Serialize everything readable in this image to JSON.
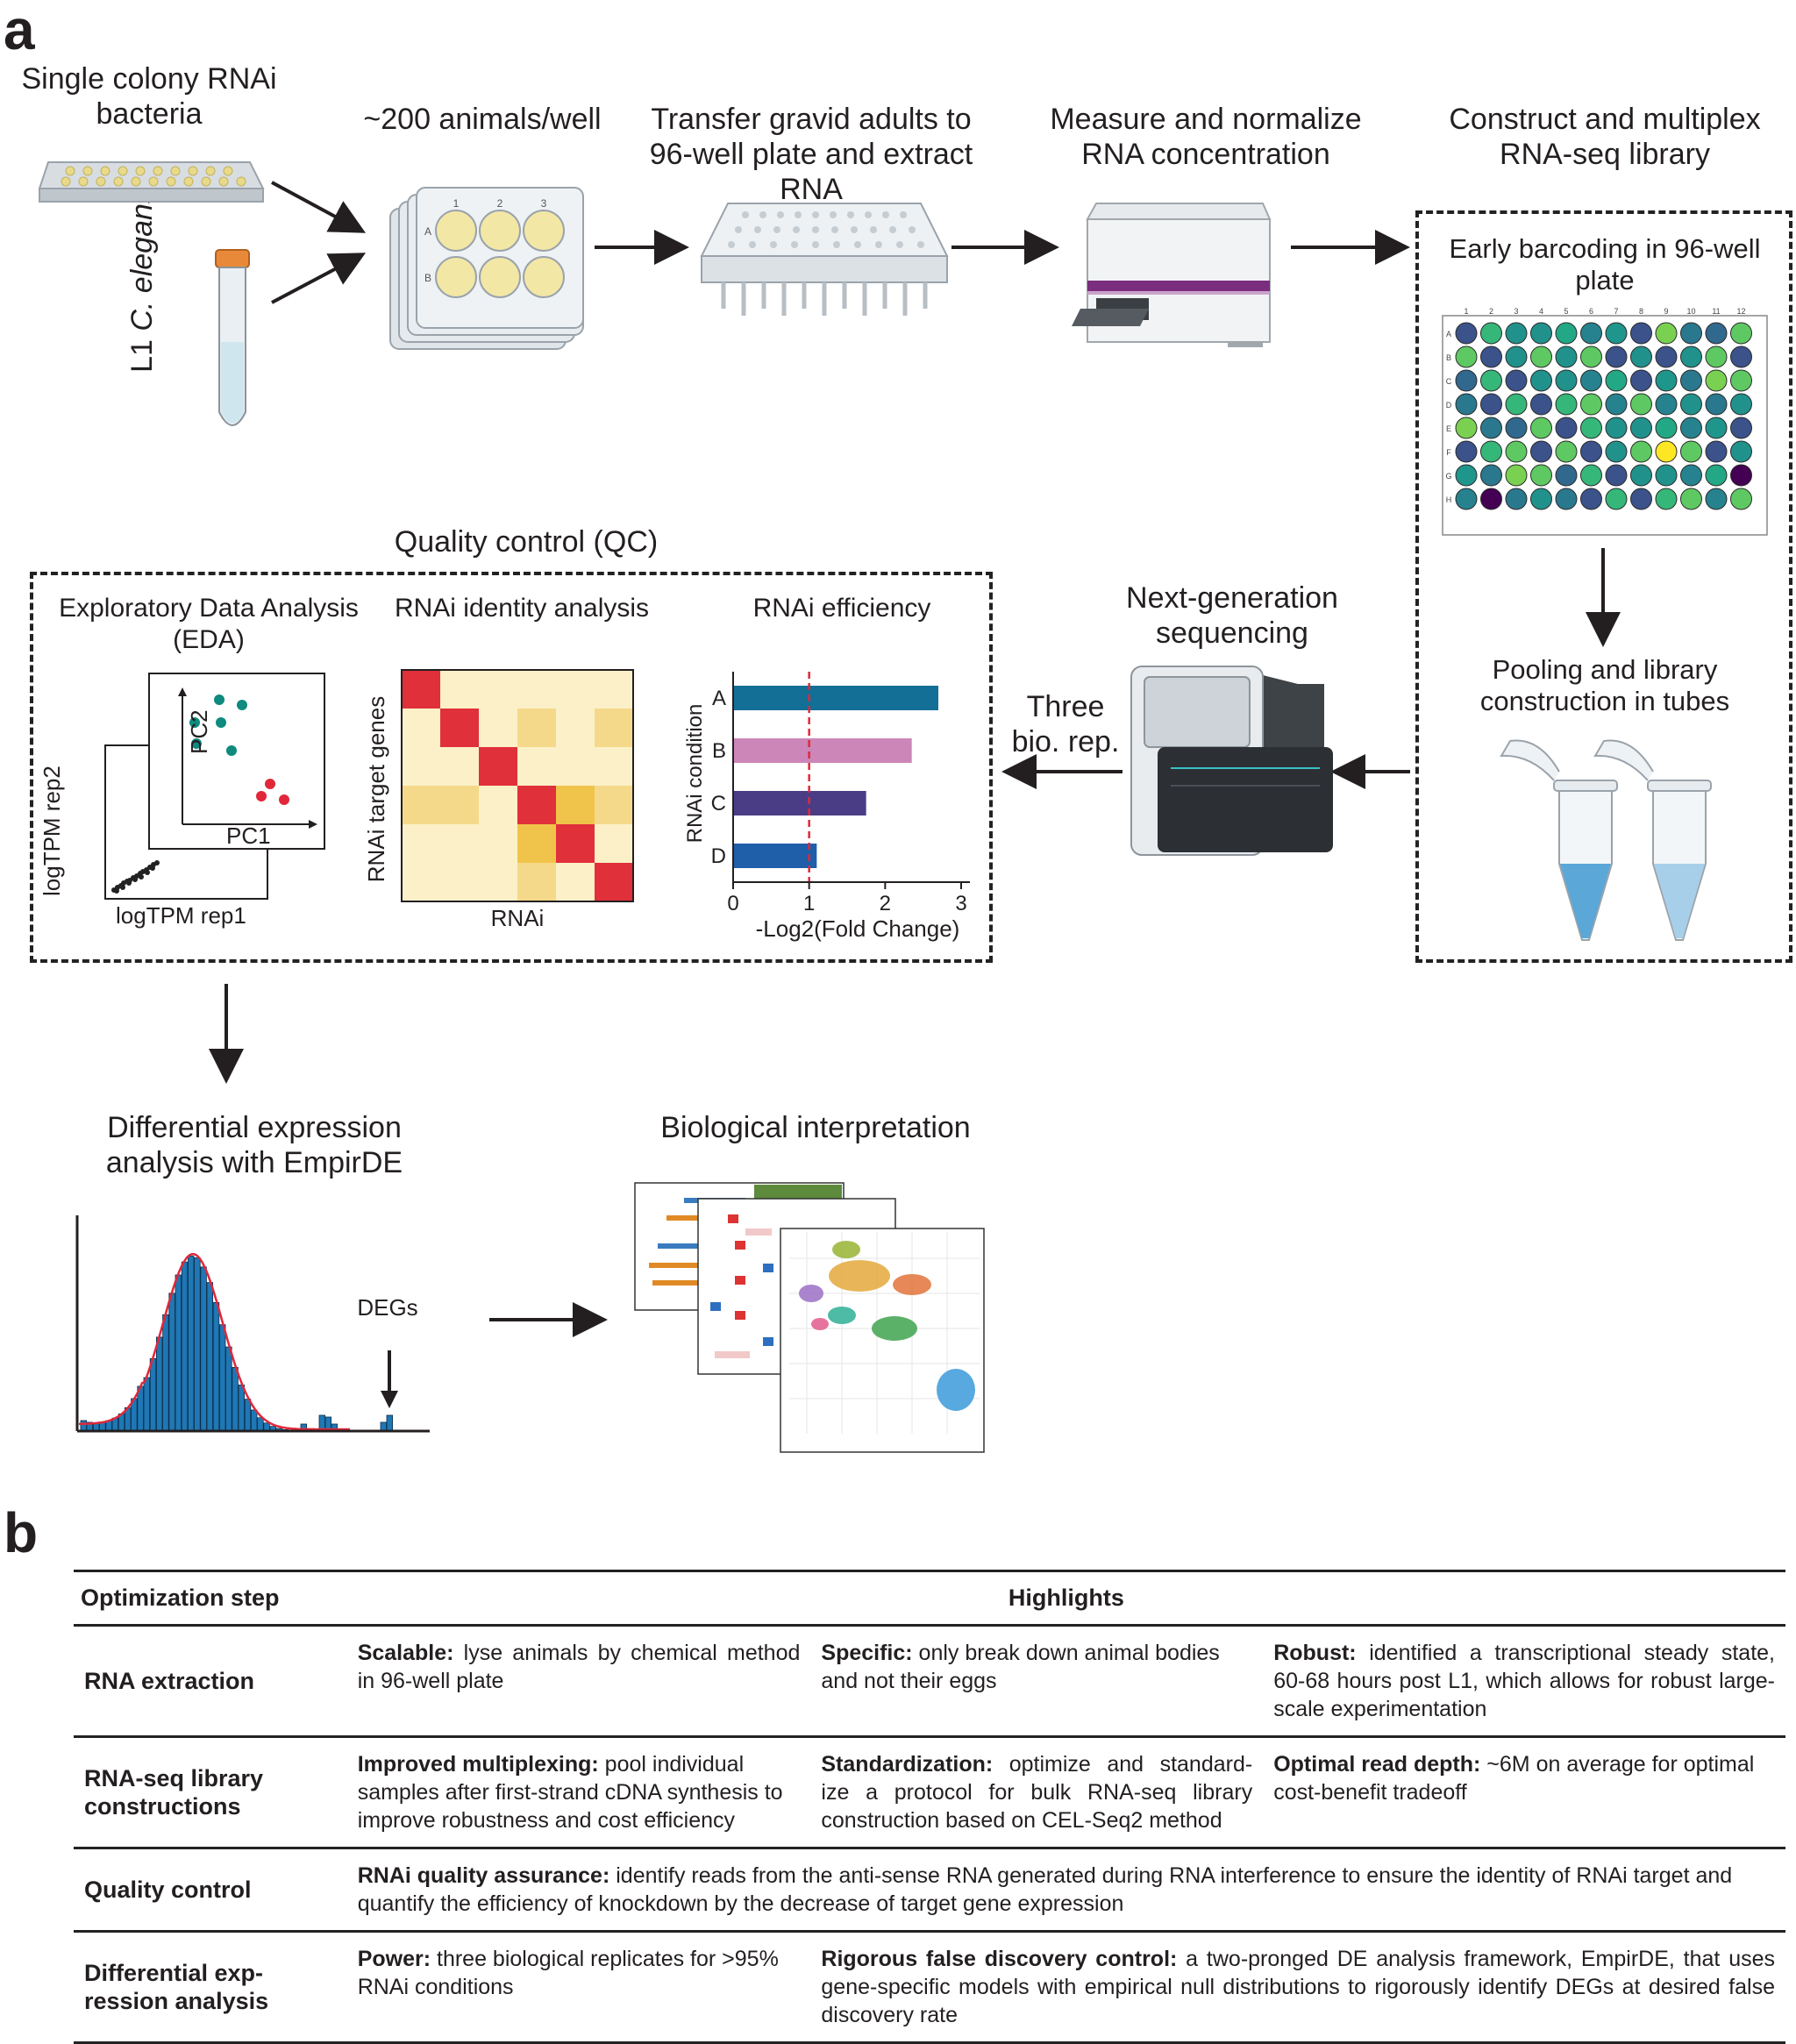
{
  "panel_a": {
    "letter": "a",
    "step1_bacteria": "Single colony RNAi bacteria",
    "step1_worms_prefix": "L1 ",
    "step1_worms_italic": "C. elegans",
    "step2": "~200 animals/well",
    "step3": "Transfer gravid adults to 96-well plate and extract RNA",
    "step4": "Measure and normalize RNA concentration",
    "step5": "Construct and multiplex RNA-seq library",
    "early_barcoding": "Early barcoding in 96-well plate",
    "pooling": "Pooling and library construction in tubes",
    "ngs": "Next-generation sequencing",
    "three_rep": "Three bio. rep.",
    "qc_title": "Quality control (QC)",
    "eda_title": "Exploratory Data Analysis (EDA)",
    "eda_pc1": "PC1",
    "eda_pc2": "PC2",
    "eda_x": "logTPM rep1",
    "eda_y": "logTPM rep2",
    "identity_title": "RNAi identity analysis",
    "identity_x": "RNAi",
    "identity_y": "RNAi target genes",
    "eff_title": "RNAi efficiency",
    "de_title": "Differential expression analysis with EmpirDE",
    "degs": "DEGs",
    "bio_title": "Biological interpretation",
    "plate6_cols": [
      "1",
      "2",
      "3"
    ],
    "plate6_rows": [
      "A",
      "B"
    ],
    "plate96_cols": [
      "1",
      "2",
      "3",
      "4",
      "5",
      "6",
      "7",
      "8",
      "9",
      "10",
      "11",
      "12"
    ],
    "plate96_rows": [
      "A",
      "B",
      "C",
      "D",
      "E",
      "F",
      "G",
      "H"
    ],
    "colors": {
      "teal_dot": "#0e8a7e",
      "red_dot": "#e0283a",
      "arrow": "#231f20",
      "hist_bar": "#1f77b4",
      "hist_curve": "#e0283a",
      "purple_band": "#7b2d7e"
    }
  },
  "chart_data": {
    "type": "bar",
    "title": "RNAi efficiency",
    "categories": [
      "A",
      "B",
      "C",
      "D"
    ],
    "values": [
      2.7,
      2.35,
      1.75,
      1.1
    ],
    "colors": [
      "#136f96",
      "#cc86b8",
      "#4a3d86",
      "#1f5ea8"
    ],
    "xlabel": "-Log2(Fold Change)",
    "ylabel": "RNAi condition",
    "xlim": [
      0,
      3
    ],
    "xticks": [
      "0",
      "1",
      "2",
      "3"
    ],
    "reference_line": 1,
    "orientation": "horizontal"
  },
  "panel_b": {
    "letter": "b",
    "header_step": "Optimization step",
    "header_highlights": "Highlights",
    "rows": [
      {
        "step": "RNA extraction",
        "cells": [
          {
            "bold": "Scalable:",
            "text": " lyse animals by chemical method in 96-well plate"
          },
          {
            "bold": "Specific:",
            "text": " only break down animal bodies and not their eggs"
          },
          {
            "bold": "Robust:",
            "text": " identified a transcriptional steady state, 60-68 hours post L1, which allows for robust large-scale experimentation"
          }
        ]
      },
      {
        "step": "RNA-seq library constructions",
        "cells": [
          {
            "bold": "Improved multiplexing:",
            "text": " pool individual samples after first-strand cDNA synthesis to improve robustness and cost efficiency"
          },
          {
            "bold": "Standardization:",
            "text": " optimize and standard- ize a protocol for bulk RNA-seq library construction based on CEL-Seq2 method"
          },
          {
            "bold": "Optimal read depth:",
            "text": " ~6M on average for optimal cost-benefit tradeoff"
          }
        ]
      },
      {
        "step": "Quality control",
        "cells": [
          {
            "bold": "RNAi quality assurance:",
            "text": " identify reads from the anti-sense RNA generated during RNA interference to ensure the identity of RNAi target and quantify the efficiency of knockdown by the decrease of target gene expression"
          }
        ]
      },
      {
        "step": "Differential exp- ression analysis",
        "cells": [
          {
            "bold": "Power:",
            "text": " three biological replicates for >95% RNAi conditions"
          },
          {
            "bold": "Rigorous false discovery control:",
            "text": " a two-pronged DE analysis framework, EmpirDE, that uses gene-specific models with empirical null distributions to rigorously identify DEGs at desired false discovery rate"
          }
        ]
      }
    ]
  }
}
